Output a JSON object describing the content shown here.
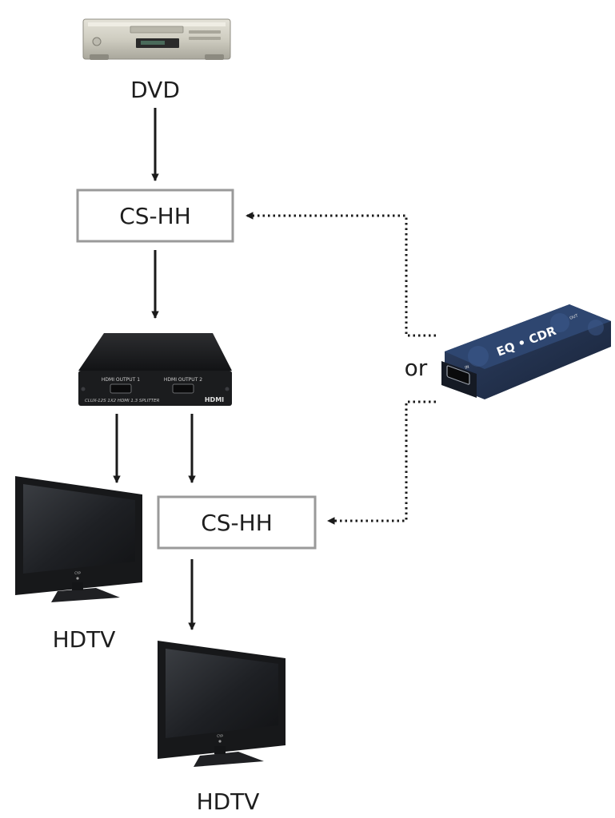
{
  "labels": {
    "dvd": "DVD",
    "cs_hh_top": "CS-HH",
    "cs_hh_bottom": "CS-HH",
    "or": "or",
    "hdtv_left": "HDTV",
    "hdtv_bottom": "HDTV"
  },
  "splitter": {
    "output1": "HDMI OUTPUT 1",
    "output2": "HDMI OUTPUT 2",
    "model": "CLUX-12S 1X2 HDMI 1.3 SPLITTER",
    "logo": "HDMI"
  },
  "eq_cdr": {
    "title": "EQ • CDR",
    "in_port": "IN",
    "out_port": "OUT"
  },
  "tv": {
    "brand": "CYP"
  },
  "colors": {
    "box_border": "#9a9a9a",
    "arrow": "#1a1a1a",
    "device_dark": "#1b1c1e",
    "eq_blue": "#23324f",
    "dvd_silver": "#cfcdc1"
  }
}
